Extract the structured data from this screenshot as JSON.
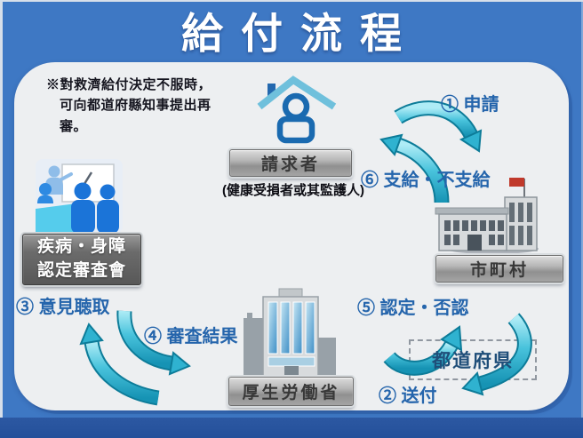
{
  "title": "給付流程",
  "note_lines": {
    "l1": "※對救濟給付決定不服時，",
    "l2": "可向都道府縣知事提出再",
    "l3": "審。"
  },
  "flow": {
    "step1": "① 申請",
    "step2": "② 送付",
    "step3": "③ 意見聴取",
    "step4": "④ 審査結果",
    "step5": "⑤ 認定・否認",
    "step6": "⑥ 支給・不支給"
  },
  "nodes": {
    "requester": {
      "label": "請求者",
      "sublabel": "(健康受損者或其監護人)"
    },
    "municipality": {
      "label": "市町村"
    },
    "prefecture": {
      "label": "都道府県"
    },
    "ministry": {
      "label": "厚生労働省"
    },
    "committee": {
      "line1": "疾病・身障",
      "line2": "認定審査會"
    }
  },
  "icons": {
    "requester": "house-person-icon",
    "municipality": "city-hall-flag-icon",
    "ministry": "office-building-icon",
    "committee": "meeting-presentation-icon"
  },
  "colors": {
    "background_blue": "#3E78C4",
    "bottom_band_blue": "#2A55A0",
    "panel_gray": "#EDEFF1",
    "arrow_teal": "#2FB2D0",
    "arrow_teal_dark": "#0D7C99",
    "flow_label_blue": "#2565AC",
    "prefecture_text_blue": "#1F4E79",
    "flag_red": "#C0392B",
    "title_text": "#FFFFFF",
    "button_gray": "#A0A0A0",
    "committee_button_gray": "#5E5E5E"
  }
}
